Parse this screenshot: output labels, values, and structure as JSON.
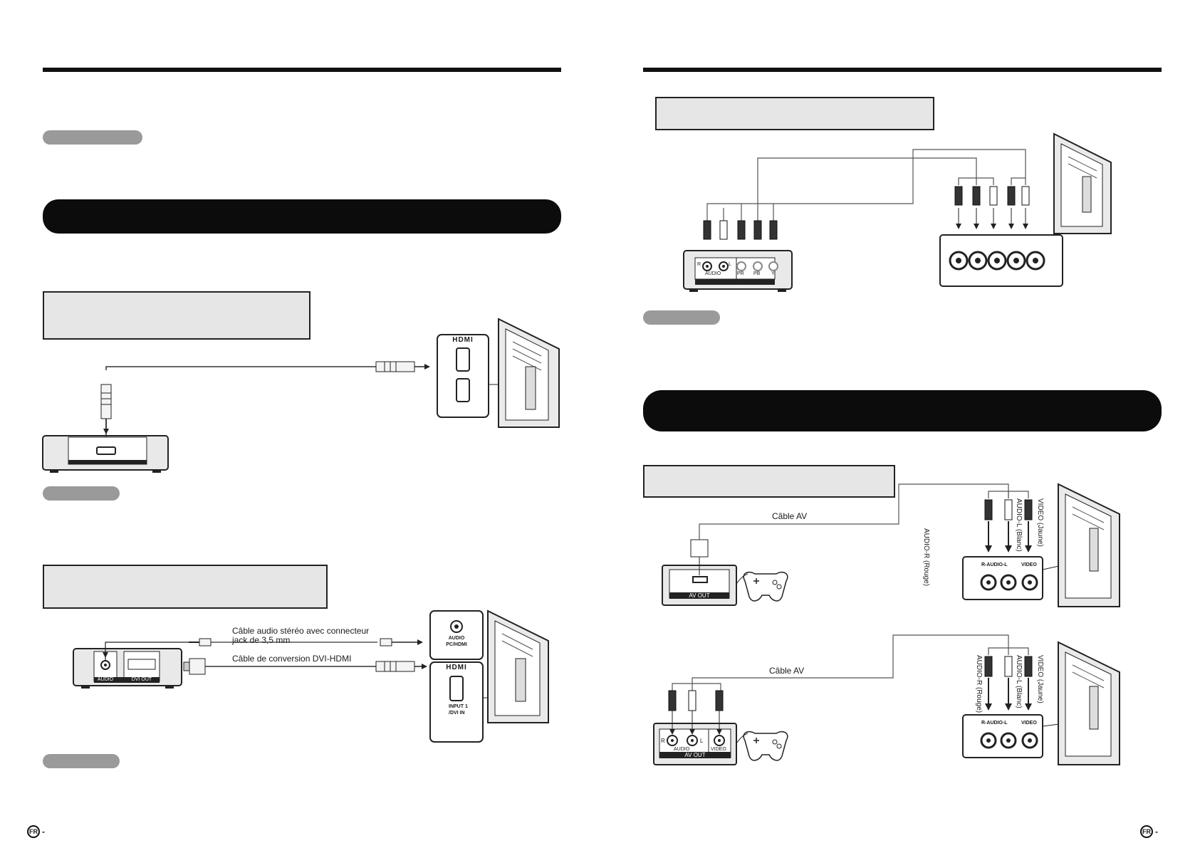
{
  "left_page": {
    "hdmi_section": {
      "port_label": "HDMI"
    },
    "dvi_section": {
      "audio_cable_label": "Câble audio stéréo avec connecteur",
      "audio_cable_label_line2": "jack de 3,5 mm",
      "dvi_cable_label": "Câble de conversion DVI-HDMI",
      "device_audio_label": "AUDIO",
      "device_dvi_label": "DVI OUT",
      "tv_audio_port": "AUDIO",
      "tv_audio_port_line2": "PC/HDMI",
      "tv_hdmi_label": "HDMI",
      "tv_input_label": "INPUT 1",
      "tv_input_label_line2": "/DVI IN"
    },
    "page_tag": {
      "lang": "FR",
      "suffix": "-"
    }
  },
  "right_page": {
    "component_section": {
      "audio_label": "AUDIO",
      "r_label": "R",
      "l_label": "L",
      "pr_label": "PR",
      "pb_label": "PB",
      "y_label": "Y"
    },
    "av_section_1": {
      "cable_label": "Câble AV",
      "device_port": "AV OUT",
      "plug_audio_r": "AUDIO-R (Rouge)",
      "plug_audio_l": "AUDIO-L (Blanc)",
      "plug_video": "VIDEO (Jaune)",
      "tv_audio_port": "R-AUDIO-L",
      "tv_video_port": "VIDEO"
    },
    "av_section_2": {
      "cable_label": "Câble AV",
      "device_audio": "AUDIO",
      "device_r": "R",
      "device_l": "L",
      "device_video": "VIDEO",
      "device_port": "AV OUT",
      "plug_audio_r": "AUDIO-R (Rouge)",
      "plug_audio_l": "AUDIO-L (Blanc)",
      "plug_video": "VIDEO (Jaune)",
      "tv_audio_port": "R-AUDIO-L",
      "tv_video_port": "VIDEO"
    },
    "page_tag": {
      "lang": "FR",
      "suffix": "-"
    }
  },
  "colors": {
    "rule": "#111111",
    "banner": "#0c0c0c",
    "box_fill": "#e6e6e6",
    "pill": "#9a9a9a"
  }
}
